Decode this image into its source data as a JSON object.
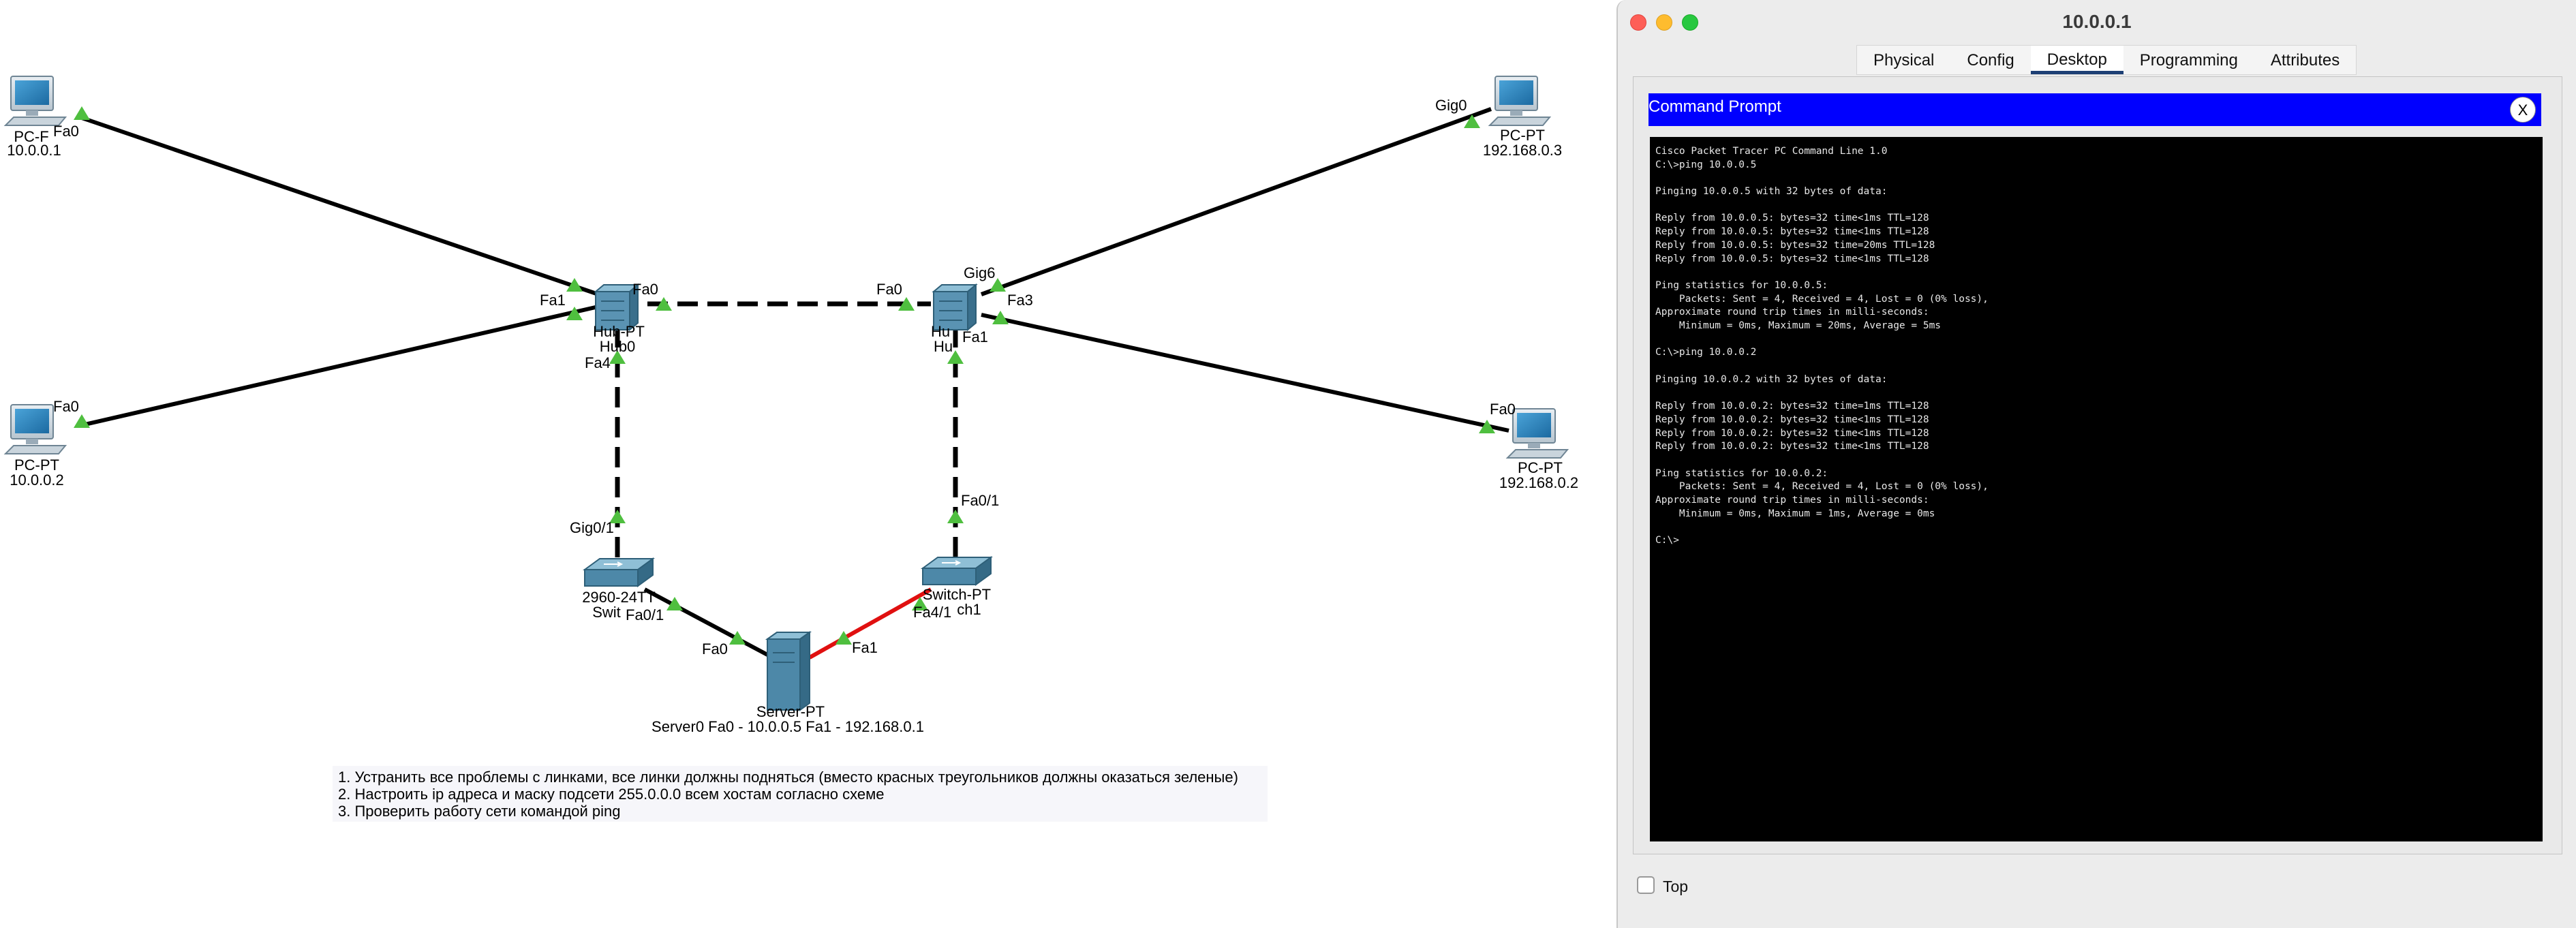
{
  "topology": {
    "devices": [
      {
        "id": "pc0",
        "type": "PC-PT",
        "label": "PC-F",
        "ip": "10.0.0.1"
      },
      {
        "id": "pc1",
        "type": "PC-PT",
        "label": "PC-PT",
        "ip": "10.0.0.2"
      },
      {
        "id": "pc2",
        "type": "PC-PT",
        "label": "PC-PT",
        "ip": "192.168.0.3"
      },
      {
        "id": "pc3",
        "type": "PC-PT",
        "label": "PC-PT",
        "ip": "192.168.0.2"
      },
      {
        "id": "hub0",
        "type": "Hub-PT",
        "label": "Hub-PT",
        "name": "Hub0"
      },
      {
        "id": "hub1",
        "type": "Hub-PT",
        "label": "Hu",
        "name": "Hu"
      },
      {
        "id": "sw0",
        "type": "2960-24TT",
        "label": "2960-24TT",
        "name": "Swit"
      },
      {
        "id": "sw1",
        "type": "Switch-PT",
        "label": "Switch-PT",
        "name": "ch1"
      },
      {
        "id": "server",
        "type": "Server-PT",
        "label": "Server-PT",
        "name": "Server0 Fa0 - 10.0.0.5 Fa1 - 192.168.0.1"
      }
    ],
    "port_labels": {
      "pc0_fa0": "Fa0",
      "pc1_fa0": "Fa0",
      "hub0_fa1": "Fa1",
      "hub0_fa0": "Fa0",
      "hub0_fa4": "Fa4",
      "hub1_fa0": "Fa0",
      "hub1_gig6": "Gig6",
      "hub1_fa3": "Fa3",
      "hub1_fa1": "Fa1",
      "pc2_gig0": "Gig0",
      "pc3_fa0": "Fa0",
      "sw0_gig01": "Gig0/1",
      "sw0_fa01": "Fa0/1",
      "sw1_fa01": "Fa0/1",
      "sw1_fa41": "Fa4/1",
      "server_fa0": "Fa0",
      "server_fa1": "Fa1"
    },
    "links": [
      {
        "from": "pc0",
        "to": "hub0",
        "style": "solid",
        "color": "#000000",
        "status": "up"
      },
      {
        "from": "pc1",
        "to": "hub0",
        "style": "solid",
        "color": "#000000",
        "status": "up"
      },
      {
        "from": "hub0",
        "to": "hub1",
        "style": "dashed",
        "color": "#000000",
        "status": "up"
      },
      {
        "from": "hub1",
        "to": "pc2",
        "style": "solid",
        "color": "#000000",
        "status": "up"
      },
      {
        "from": "hub1",
        "to": "pc3",
        "style": "solid",
        "color": "#000000",
        "status": "up"
      },
      {
        "from": "hub0",
        "to": "sw0",
        "style": "dashed",
        "color": "#000000",
        "status": "up"
      },
      {
        "from": "hub1",
        "to": "sw1",
        "style": "dashed",
        "color": "#000000",
        "status": "up"
      },
      {
        "from": "sw0",
        "to": "server",
        "style": "solid",
        "color": "#000000",
        "status": "up"
      },
      {
        "from": "server",
        "to": "sw1",
        "style": "solid",
        "color": "#e01010",
        "status": "up"
      }
    ],
    "colors": {
      "link_up": "#4fbf3f",
      "red_link": "#e01010",
      "device_blue": "#3d7fa0"
    }
  },
  "instructions": [
    "1. Устранить все проблемы с линками, все линки должны подняться (вместо красных треугольников должны оказаться зеленые)",
    "2. Настроить ip адреса и маску подсети 255.0.0.0 всем хостам согласно схеме",
    "3. Проверить работу сети командой ping"
  ],
  "window": {
    "title": "10.0.0.1",
    "tabs": [
      {
        "label": "Physical",
        "active": false
      },
      {
        "label": "Config",
        "active": false
      },
      {
        "label": "Desktop",
        "active": true
      },
      {
        "label": "Programming",
        "active": false
      },
      {
        "label": "Attributes",
        "active": false
      }
    ],
    "command_prompt": {
      "title": "Command Prompt",
      "close_label": "X",
      "lines": [
        "Cisco Packet Tracer PC Command Line 1.0",
        "C:\\>ping 10.0.0.5",
        "",
        "Pinging 10.0.0.5 with 32 bytes of data:",
        "",
        "Reply from 10.0.0.5: bytes=32 time<1ms TTL=128",
        "Reply from 10.0.0.5: bytes=32 time<1ms TTL=128",
        "Reply from 10.0.0.5: bytes=32 time=20ms TTL=128",
        "Reply from 10.0.0.5: bytes=32 time<1ms TTL=128",
        "",
        "Ping statistics for 10.0.0.5:",
        "    Packets: Sent = 4, Received = 4, Lost = 0 (0% loss),",
        "Approximate round trip times in milli-seconds:",
        "    Minimum = 0ms, Maximum = 20ms, Average = 5ms",
        "",
        "C:\\>ping 10.0.0.2",
        "",
        "Pinging 10.0.0.2 with 32 bytes of data:",
        "",
        "Reply from 10.0.0.2: bytes=32 time=1ms TTL=128",
        "Reply from 10.0.0.2: bytes=32 time<1ms TTL=128",
        "Reply from 10.0.0.2: bytes=32 time<1ms TTL=128",
        "Reply from 10.0.0.2: bytes=32 time<1ms TTL=128",
        "",
        "Ping statistics for 10.0.0.2:",
        "    Packets: Sent = 4, Received = 4, Lost = 0 (0% loss),",
        "Approximate round trip times in milli-seconds:",
        "    Minimum = 0ms, Maximum = 1ms, Average = 0ms",
        "",
        "C:\\>"
      ]
    },
    "top_checkbox": {
      "label": "Top",
      "checked": false
    },
    "traffic_lights": {
      "close": "#fe5f57",
      "minimize": "#febc2e",
      "zoom": "#28c840"
    }
  }
}
